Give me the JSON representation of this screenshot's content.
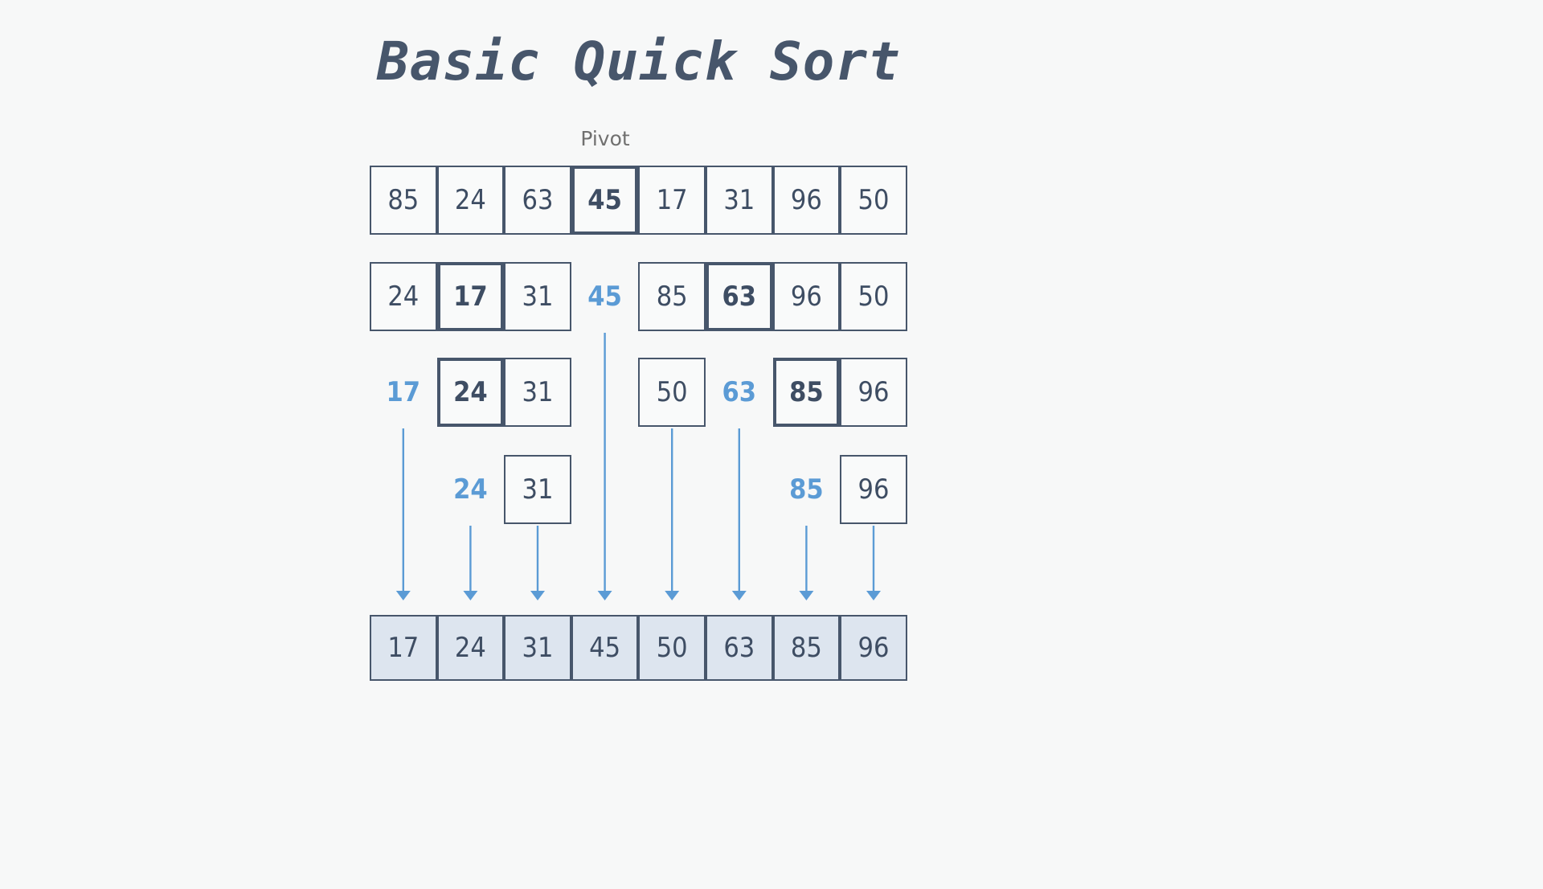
{
  "page": {
    "title": "Basic Quick Sort",
    "background_color": "#f7f8f8",
    "ink_color": "#47566b",
    "accent_color": "#5b9bd5",
    "sorted_fill_color": "#dde5ef"
  },
  "annotations": {
    "pivot_label": "Pivot"
  },
  "rows": [
    {
      "name": "initial-array",
      "cells": [
        {
          "value": "85",
          "pivot": false
        },
        {
          "value": "24",
          "pivot": false
        },
        {
          "value": "63",
          "pivot": false
        },
        {
          "value": "45",
          "pivot": true
        },
        {
          "value": "17",
          "pivot": false
        },
        {
          "value": "31",
          "pivot": false
        },
        {
          "value": "96",
          "pivot": false
        },
        {
          "value": "50",
          "pivot": false
        }
      ]
    },
    {
      "name": "first-partition",
      "cells": [
        {
          "value": "24",
          "pivot": false
        },
        {
          "value": "17",
          "pivot": true
        },
        {
          "value": "31",
          "pivot": false
        },
        {
          "value": "45",
          "pivot": false,
          "placed": true
        },
        {
          "value": "85",
          "pivot": false
        },
        {
          "value": "63",
          "pivot": true
        },
        {
          "value": "96",
          "pivot": false
        },
        {
          "value": "50",
          "pivot": false
        }
      ]
    },
    {
      "name": "second-partition",
      "cells": [
        {
          "value": "17",
          "pivot": false,
          "placed": true
        },
        {
          "value": "24",
          "pivot": true
        },
        {
          "value": "31",
          "pivot": false
        },
        {
          "value": "",
          "pivot": false,
          "empty": true
        },
        {
          "value": "50",
          "pivot": false
        },
        {
          "value": "63",
          "pivot": false,
          "placed": true
        },
        {
          "value": "85",
          "pivot": true
        },
        {
          "value": "96",
          "pivot": false
        }
      ]
    },
    {
      "name": "third-partition",
      "cells": [
        {
          "value": "",
          "pivot": false,
          "empty": true
        },
        {
          "value": "24",
          "pivot": false,
          "placed": true
        },
        {
          "value": "31",
          "pivot": false
        },
        {
          "value": "",
          "pivot": false,
          "empty": true
        },
        {
          "value": "",
          "pivot": false,
          "empty": true
        },
        {
          "value": "",
          "pivot": false,
          "empty": true
        },
        {
          "value": "85",
          "pivot": false,
          "placed": true
        },
        {
          "value": "96",
          "pivot": false
        }
      ]
    }
  ],
  "result": {
    "name": "sorted-array",
    "cells": [
      {
        "value": "17"
      },
      {
        "value": "24"
      },
      {
        "value": "31"
      },
      {
        "value": "45"
      },
      {
        "value": "50"
      },
      {
        "value": "63"
      },
      {
        "value": "85"
      },
      {
        "value": "96"
      }
    ]
  },
  "arrows": [
    {
      "column": 0,
      "from_row": 2,
      "label": "17"
    },
    {
      "column": 1,
      "from_row": 3,
      "label": "24"
    },
    {
      "column": 2,
      "from_row": 3,
      "label": "31"
    },
    {
      "column": 3,
      "from_row": 1,
      "label": "45"
    },
    {
      "column": 4,
      "from_row": 2,
      "label": "50"
    },
    {
      "column": 5,
      "from_row": 2,
      "label": "63"
    },
    {
      "column": 6,
      "from_row": 3,
      "label": "85"
    },
    {
      "column": 7,
      "from_row": 3,
      "label": "96"
    }
  ]
}
